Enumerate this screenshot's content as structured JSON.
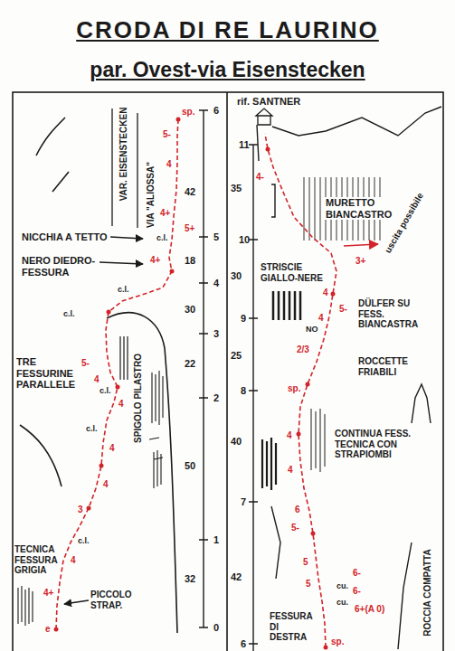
{
  "diagram": {
    "title": "CRODA DI RE LAURINO",
    "labels": [
      "par. Ovest-via Eisenstecken",
      "6",
      "42",
      "5",
      "18",
      "4",
      "30",
      "3",
      "22",
      "2",
      "50",
      "1",
      "32",
      "0",
      "11",
      "35",
      "10",
      "30",
      "9",
      "25",
      "8",
      "40",
      "7",
      "42",
      "6",
      "VAR. EISENSTECKEN",
      "VIA \"ALIOSSA\"",
      "sp.",
      "5-",
      "4",
      "4+",
      "5+",
      "c.l.",
      "4+",
      "NICCHIA A TETTO",
      "NERO DIEDRO- FESSURA",
      "c.l.",
      "c.l.",
      "TRE FESSURINE PARALLELE",
      "5-",
      "4",
      "c.l.",
      "4",
      "SPIGOLO PILASTRO",
      "c.l.",
      "4",
      "4",
      "3",
      "c.l.",
      "4",
      "4+",
      "TECNICA FESSURA GRIGIA",
      "PICCOLO STRAP.",
      "e",
      "rif. SANTNER",
      "4-",
      "MURETTO BIANCASTRO",
      "uscita possibile",
      "3+",
      "STRISCIE GIALLO-NERE",
      "4",
      "5-",
      "4",
      "DÜLFER SU FESS. BIANCASTRA",
      "NO",
      "2/3",
      "ROCCETTE FRIABILI",
      "sp.",
      "CONTINUA FESS. TECNICA CON STRAPIOMBI",
      "4",
      "4",
      "6",
      "5-",
      "5",
      "5",
      "6-",
      "cu.",
      "6-",
      "cu.",
      "6+(A 0)",
      "FESSURA DI DESTRA",
      "sp.",
      "ROCCIA COMPATTA"
    ]
  }
}
